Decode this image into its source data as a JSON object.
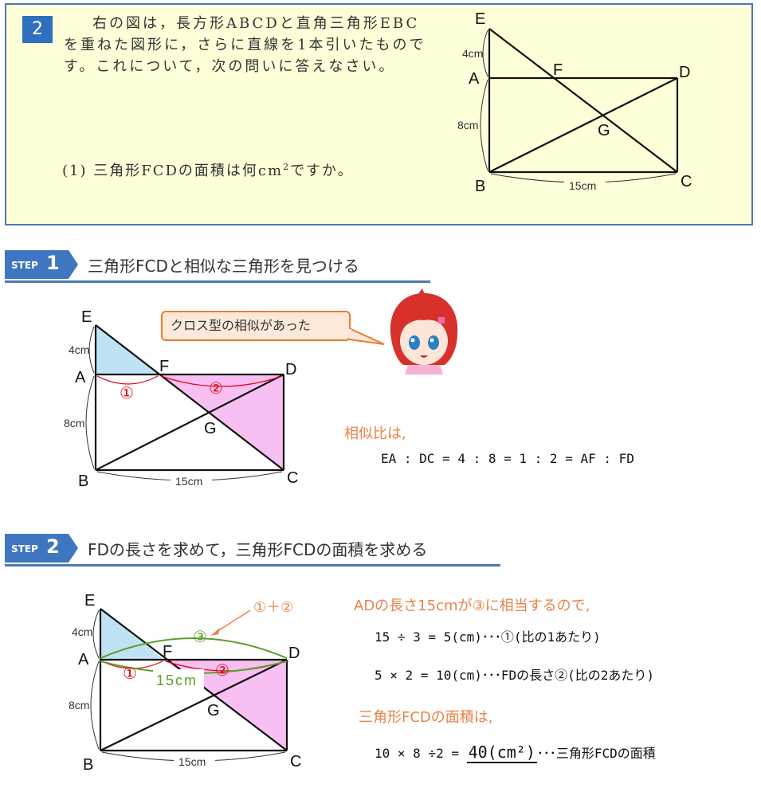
{
  "problem": {
    "number": "2",
    "text": "右の図は，長方形ABCDと直角三角形EBCを重ねた図形に，さらに直線を1本引いたものです。これについて，次の問いに答えなさい。",
    "question_prefix": "(1) 三角形FCDの面積は何cm",
    "question_sup": "2",
    "question_suffix": "ですか。",
    "figure": {
      "E": "E",
      "A": "A",
      "F": "F",
      "D": "D",
      "G": "G",
      "B": "B",
      "C": "C",
      "ea": "4cm",
      "ab": "8cm",
      "bc": "15cm"
    }
  },
  "step1": {
    "badge": "STEP",
    "num": "1",
    "title": "三角形FCDと相似な三角形を見つける",
    "bubble": "クロス型の相似があった",
    "ratio_label": "相似比は,",
    "ratio_eq": "EA : DC = 4 : 8 = 1 : 2 = AF : FD",
    "figure": {
      "E": "E",
      "A": "A",
      "F": "F",
      "D": "D",
      "G": "G",
      "B": "B",
      "C": "C",
      "ea": "4cm",
      "ab": "8cm",
      "bc": "15cm",
      "m1": "①",
      "m2": "②"
    }
  },
  "step2": {
    "badge": "STEP",
    "num": "2",
    "title": "FDの長さを求めて，三角形FCDの面積を求める",
    "line1": "ADの長さ15cmが③に相当するので,",
    "eq1": "15 ÷ 3 = 5(cm)･･･①(比の1あたり)",
    "eq2": "5 × 2 = 10(cm)･･･FDの長さ②(比の2あたり)",
    "area_label": "三角形FCDの面積は,",
    "eq3_prefix": "10 × 8 ÷2 = ",
    "eq3_answer": "40(cm²)",
    "eq3_suffix": "･･･三角形FCDの面積",
    "figure": {
      "E": "E",
      "A": "A",
      "F": "F",
      "D": "D",
      "G": "G",
      "B": "B",
      "C": "C",
      "ea": "4cm",
      "ab": "8cm",
      "bc": "15cm",
      "m1": "①",
      "m2": "②",
      "m3": "③",
      "ad": "15cm",
      "callout": "①＋②"
    }
  },
  "colors": {
    "accent": "#2f6fbf",
    "problem_bg": "#fefed8",
    "orange": "#e8834a",
    "red": "#e60012",
    "green": "#5aa02c",
    "blue_fill": "#bfe3f5",
    "pink_fill": "#f8c0f2"
  }
}
